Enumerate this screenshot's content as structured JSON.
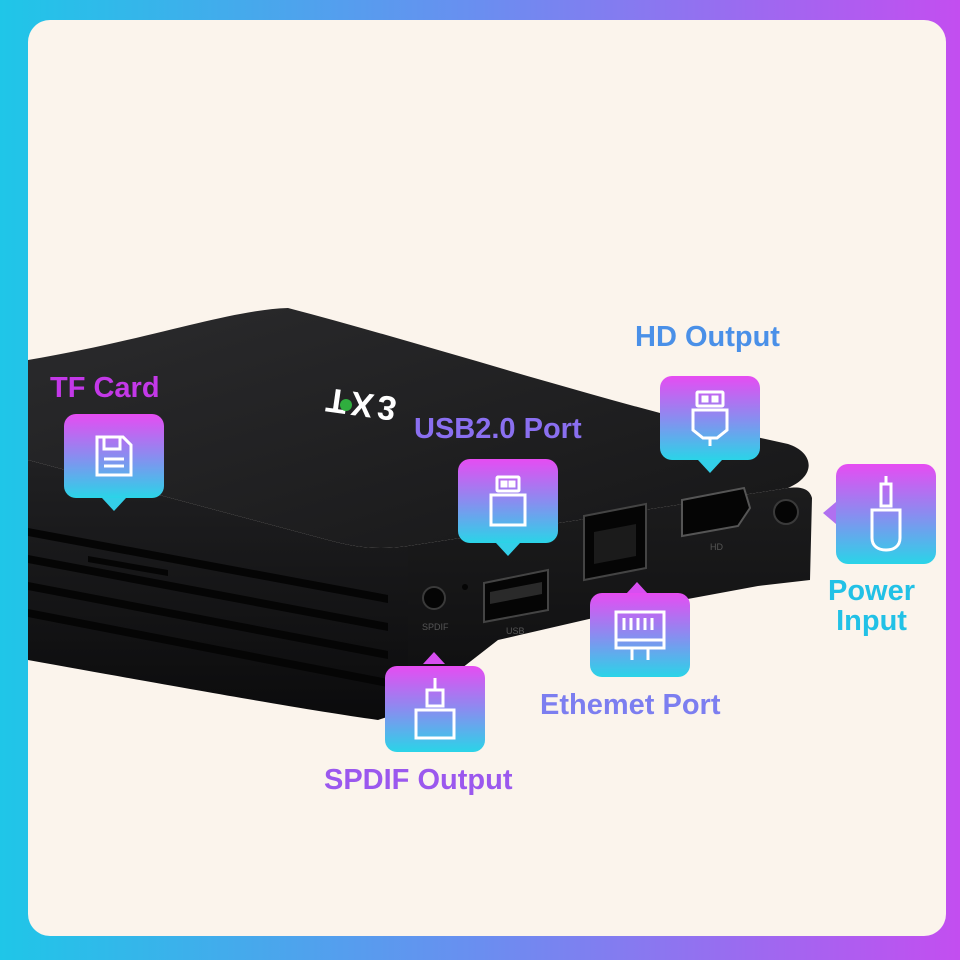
{
  "device": {
    "logo_text": "TX3",
    "port_marks": [
      "SPDIF",
      "USB",
      "HD"
    ]
  },
  "callouts": {
    "tf_card": {
      "label": "TF Card",
      "color": "#c338e8",
      "icon": "sd-card-icon"
    },
    "usb": {
      "label": "USB2.0 Port",
      "color": "#8a6ff0",
      "icon": "usb-plug-icon"
    },
    "hd": {
      "label": "HD Output",
      "color": "#4a90e8",
      "icon": "hdmi-plug-icon"
    },
    "power": {
      "label_line1": "Power",
      "label_line2": "Input",
      "color": "#22c1e6",
      "icon": "dc-jack-plug-icon"
    },
    "ethernet": {
      "label": "Ethemet Port",
      "color": "#7c7ef0",
      "icon": "ethernet-port-icon"
    },
    "spdif": {
      "label": "SPDIF Output",
      "color": "#9b58ee",
      "icon": "optical-plug-icon"
    }
  }
}
